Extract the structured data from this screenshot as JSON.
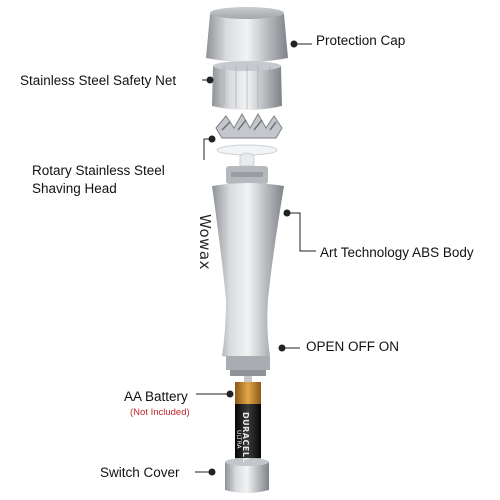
{
  "labels": {
    "protection_cap": "Protection Cap",
    "safety_net": "Stainless Steel Safety Net",
    "shaving_head_line1": "Rotary Stainless Steel",
    "shaving_head_line2": "Shaving Head",
    "body": "Art Technology ABS Body",
    "switch": "OPEN OFF ON",
    "battery": "AA Battery",
    "battery_note": "(Not Included)",
    "switch_cover": "Switch Cover"
  },
  "product": {
    "brand": "Wowax",
    "battery_brand": "DURACELL",
    "battery_model": "ULTRA"
  },
  "colors": {
    "metal": "#b9bcc0",
    "metal_dark": "#8d9095",
    "battery_black": "#1a1a1a",
    "battery_copper": "#c8862a",
    "leader_line": "#222222",
    "note_red": "#c0282d"
  }
}
